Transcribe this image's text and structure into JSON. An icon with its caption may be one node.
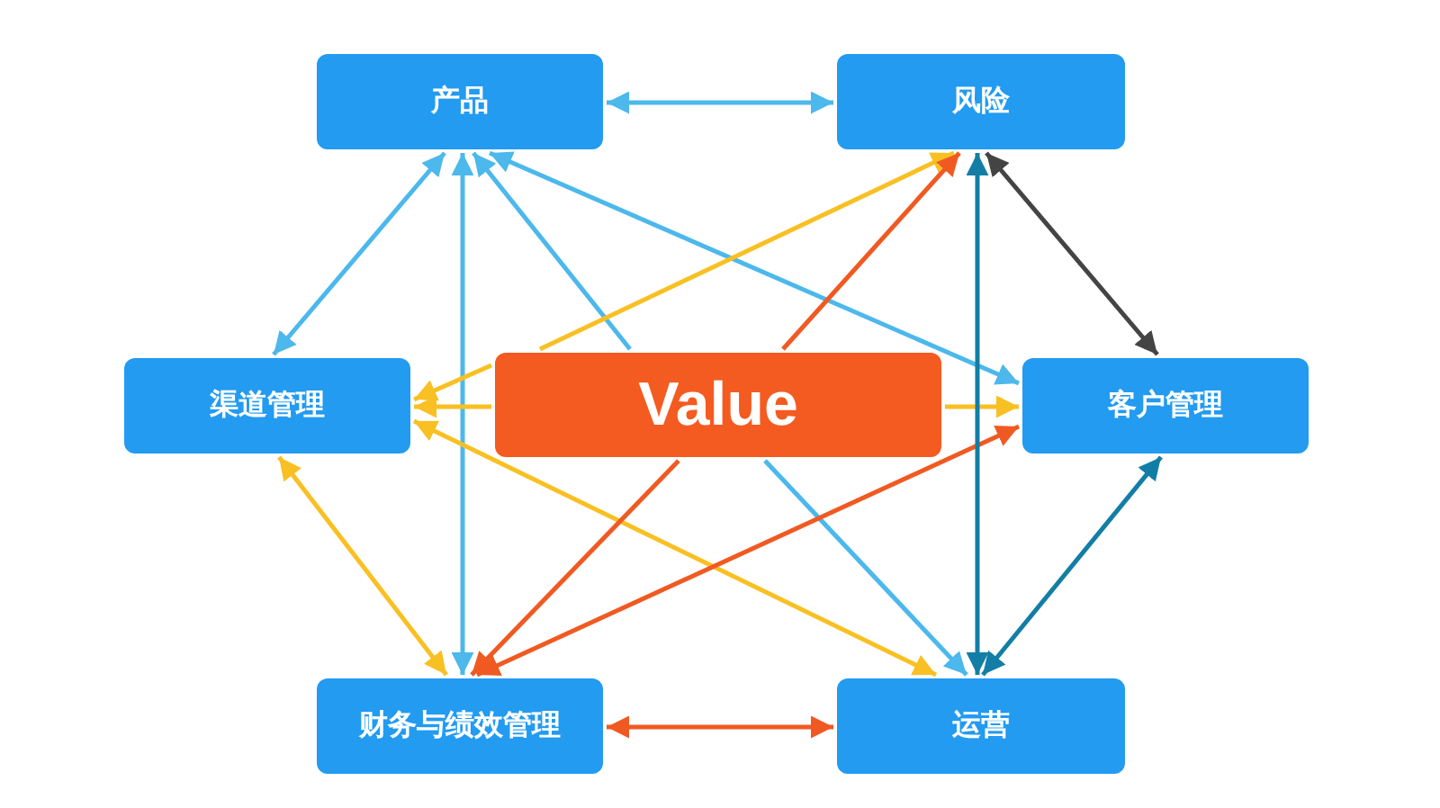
{
  "diagram": {
    "nodes": [
      {
        "text": [
          "产品"
        ]
      },
      {
        "text": [
          "风险"
        ]
      },
      {
        "text": [
          "渠道管理"
        ]
      },
      {
        "text": [
          "Value"
        ]
      },
      {
        "text": [
          "客户管理"
        ]
      },
      {
        "text": [
          "财务与绩效管理"
        ]
      },
      {
        "text": [
          "运营"
        ]
      }
    ],
    "edges": [
      {
        "from": 0,
        "to": 1,
        "arrow": "both",
        "color": "#4cb8ec"
      },
      {
        "from": 0,
        "to": 2,
        "arrow": "both",
        "color": "#4cb8ec"
      },
      {
        "from": 0,
        "to": 5,
        "arrow": "both",
        "color": "#4cb8ec"
      },
      {
        "from": 3,
        "to": 0,
        "arrow": "to",
        "color": "#4cb8ec"
      },
      {
        "from": 3,
        "to": 6,
        "arrow": "to",
        "color": "#4cb8ec"
      },
      {
        "from": 0,
        "to": 4,
        "arrow": "both",
        "color": "#4cb8ec"
      },
      {
        "from": 3,
        "to": 1,
        "arrow": "to",
        "color": "#f9c023"
      },
      {
        "from": 3,
        "to": 2,
        "arrow": "to",
        "color": "#f9c023"
      },
      {
        "from": 3,
        "to": 2,
        "arrow": "to",
        "color": "#f9c023"
      },
      {
        "from": 3,
        "to": 4,
        "arrow": "to",
        "color": "#f9c023"
      },
      {
        "from": 2,
        "to": 6,
        "arrow": "both",
        "color": "#f9c023"
      },
      {
        "from": 2,
        "to": 5,
        "arrow": "both",
        "color": "#f9c023"
      },
      {
        "from": 3,
        "to": 5,
        "arrow": "to",
        "color": "#f05a22"
      },
      {
        "from": 3,
        "to": 1,
        "arrow": "to",
        "color": "#f05a22"
      },
      {
        "from": 5,
        "to": 4,
        "arrow": "both",
        "color": "#f05a22"
      },
      {
        "from": 5,
        "to": 6,
        "arrow": "both",
        "color": "#f05a22"
      },
      {
        "from": 1,
        "to": 6,
        "arrow": "both",
        "color": "#137ea5"
      },
      {
        "from": 1,
        "to": 4,
        "arrow": "both",
        "color": "#444444"
      },
      {
        "from": 4,
        "to": 6,
        "arrow": "both",
        "color": "#137ea5"
      }
    ]
  }
}
